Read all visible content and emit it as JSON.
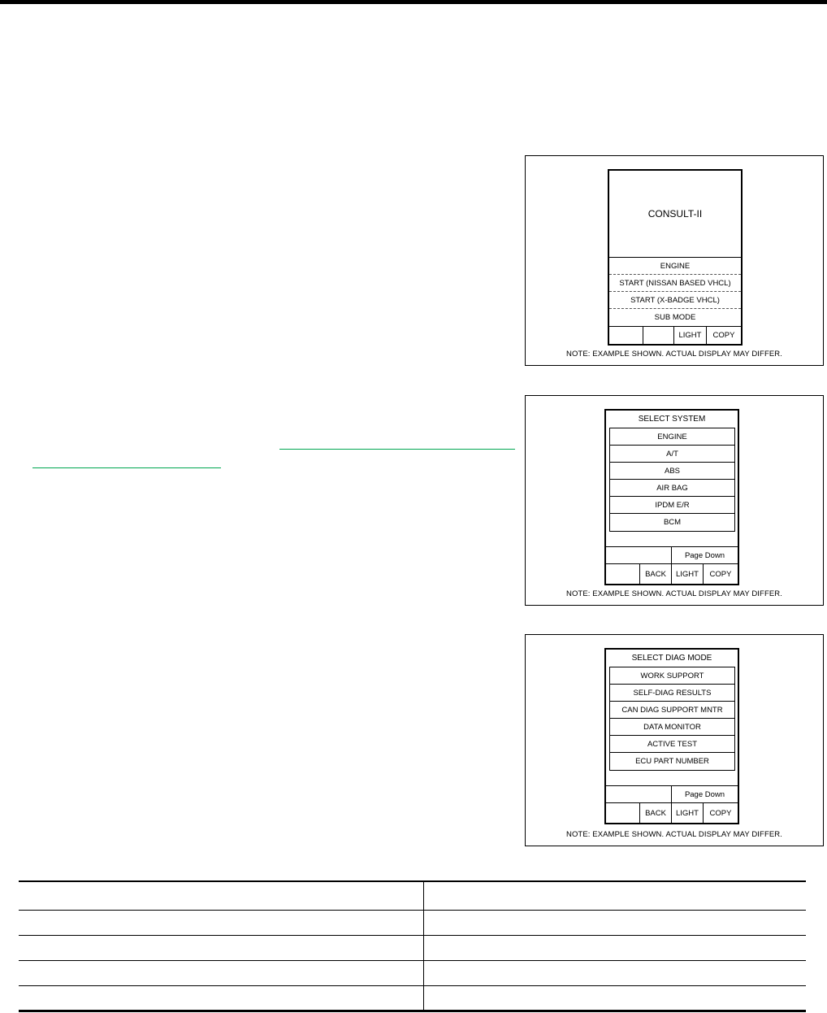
{
  "figure_note": "NOTE: EXAMPLE SHOWN. ACTUAL DISPLAY MAY DIFFER.",
  "figure1": {
    "title": "CONSULT-II",
    "menu_items": [
      "ENGINE",
      "START (NISSAN BASED VHCL)",
      "START (X-BADGE VHCL)",
      "SUB MODE"
    ],
    "buttons": [
      "",
      "",
      "LIGHT",
      "COPY"
    ]
  },
  "figure2": {
    "heading": "SELECT SYSTEM",
    "items": [
      "ENGINE",
      "A/T",
      "ABS",
      "AIR BAG",
      "IPDM E/R",
      "BCM"
    ],
    "page_down": "Page Down",
    "buttons": [
      "",
      "BACK",
      "LIGHT",
      "COPY"
    ]
  },
  "figure3": {
    "heading": "SELECT DIAG MODE",
    "items": [
      "WORK SUPPORT",
      "SELF-DIAG RESULTS",
      "CAN DIAG SUPPORT MNTR",
      "DATA MONITOR",
      "ACTIVE TEST",
      "ECU PART NUMBER"
    ],
    "page_down": "Page Down",
    "buttons": [
      "",
      "BACK",
      "LIGHT",
      "COPY"
    ]
  },
  "colors": {
    "link": "#00a651",
    "rule": "#000000"
  }
}
